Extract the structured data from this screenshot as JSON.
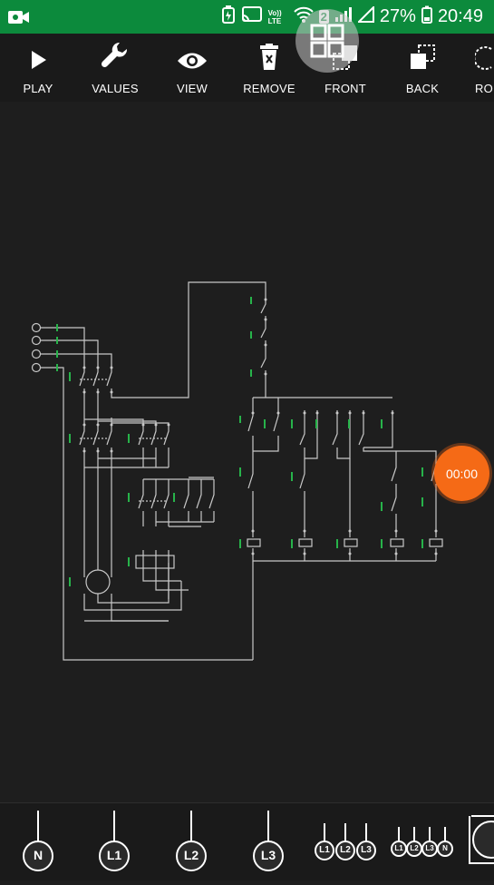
{
  "status_bar": {
    "volte_label": "Vo)) LTE",
    "sim_number": "2",
    "battery_percent": "27%",
    "time": "20:49"
  },
  "toolbar": {
    "items": [
      {
        "label": "PLAY",
        "icon": "play-icon"
      },
      {
        "label": "VALUES",
        "icon": "wrench-icon"
      },
      {
        "label": "VIEW",
        "icon": "eye-icon"
      },
      {
        "label": "REMOVE",
        "icon": "trash-icon"
      },
      {
        "label": "FRONT",
        "icon": "bring-to-front-icon"
      },
      {
        "label": "BACK",
        "icon": "send-to-back-icon"
      },
      {
        "label": "RO",
        "icon": "rotate-icon"
      }
    ]
  },
  "timer": {
    "value": "00:00",
    "color": "#f56a16"
  },
  "palette": {
    "items": [
      {
        "label": "N"
      },
      {
        "label": "L1"
      },
      {
        "label": "L2"
      },
      {
        "label": "L3"
      },
      {
        "labels": [
          "L1",
          "L2",
          "L3"
        ]
      },
      {
        "labels": [
          "L1",
          "L2",
          "L3",
          "N"
        ]
      }
    ]
  },
  "colors": {
    "status_bar": "#0c8a3c",
    "background": "#1e1e1e",
    "wire": "#c8c8c8",
    "label": "#27b34a",
    "accent": "#f56a16"
  }
}
